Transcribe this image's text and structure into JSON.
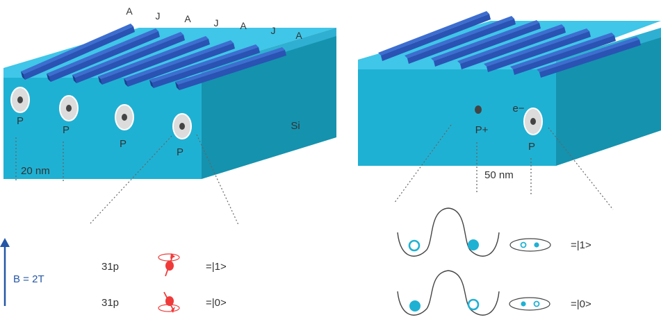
{
  "left_device": {
    "gate_labels": [
      "A",
      "J",
      "A",
      "J",
      "A",
      "J",
      "A"
    ],
    "donor_label": "P",
    "substrate_label": "Si",
    "spacing_label": "20 nm"
  },
  "right_device": {
    "ion_label": "P+",
    "electron_label": "e−",
    "donor_label": "P",
    "spacing_label": "50 nm"
  },
  "field": {
    "label": "B = 2T"
  },
  "nuclear_spin": {
    "rows": [
      {
        "isotope": "31p",
        "state": "=|1>"
      },
      {
        "isotope": "31p",
        "state": "=|0>"
      }
    ]
  },
  "charge_qubit": {
    "rows": [
      {
        "state": "=|1>"
      },
      {
        "state": "=|0>"
      }
    ]
  },
  "colors": {
    "top_face": "#3fc6e8",
    "front_face": "#1fb1d3",
    "side_face": "#1592ae",
    "gate": "#2a53b4",
    "gate_top": "#3d6ed0",
    "arrow": "#2456a6",
    "spin": "#f03a3a",
    "electron": "#1fb1d3"
  }
}
